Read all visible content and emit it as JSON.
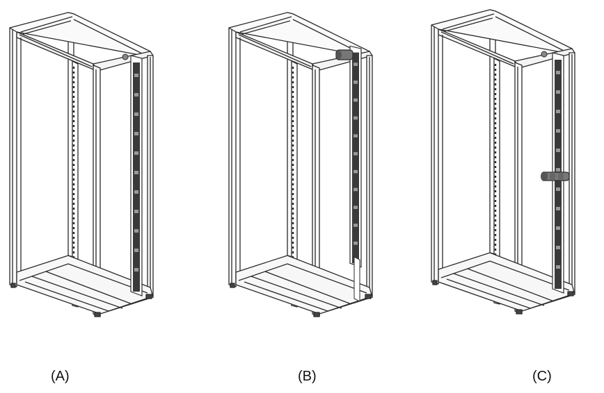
{
  "panels": [
    {
      "id": "a",
      "label": "(A)",
      "rack": "rack-icon",
      "pdu": "vertical-pdu-icon",
      "accessory": ""
    },
    {
      "id": "b",
      "label": "(B)",
      "rack": "rack-icon",
      "pdu": "vertical-pdu-icon",
      "accessory": "top-mounted-inlet-icon"
    },
    {
      "id": "c",
      "label": "(C)",
      "rack": "rack-icon",
      "pdu": "vertical-pdu-icon",
      "accessory": "side-mounted-inlet-icon"
    }
  ],
  "colors": {
    "line": "#2a2a2a",
    "pdu": "#3a3a3a",
    "background": "#ffffff"
  }
}
